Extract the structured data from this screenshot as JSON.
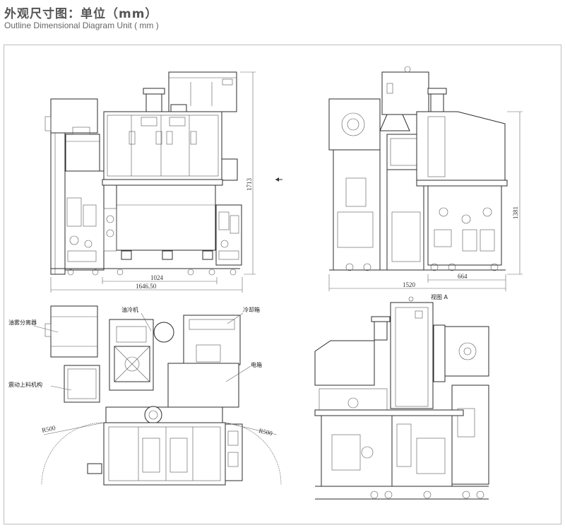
{
  "header": {
    "title_cn": "外观尺寸图：单位（mm）",
    "title_en": "Outline Dimensional Diagram Unit ( mm )"
  },
  "front_view": {
    "dim_height": "1713",
    "dim_width_inner": "1024",
    "dim_width_total": "1646.50"
  },
  "side_view": {
    "dim_height": "1381",
    "dim_width_inner": "664",
    "dim_width_total": "1520",
    "view_label": "视图 A"
  },
  "top_view": {
    "label_oil_mist": "油雾分离器",
    "label_oil_cooler": "油冷机",
    "label_cooling_box": "冷却箱",
    "label_electric_box": "电箱",
    "label_vibration_feeder": "震动上料机构",
    "radius_left": "R500",
    "radius_right": "R500"
  }
}
